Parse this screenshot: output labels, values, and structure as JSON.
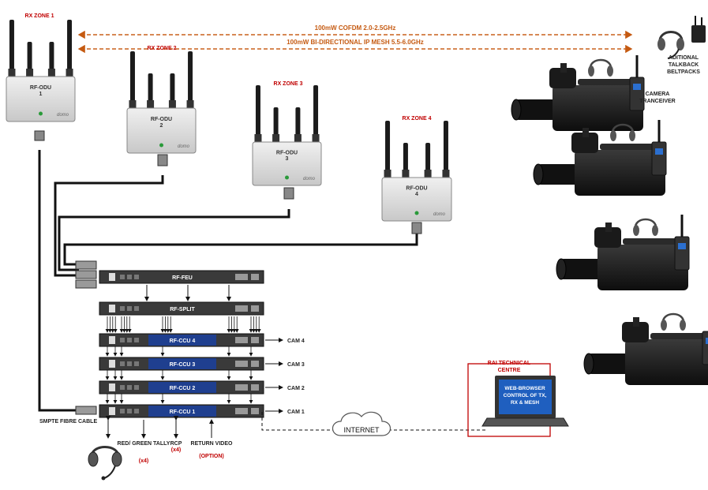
{
  "bands": {
    "cofdm": "100mW COFDM 2.0-2.5GHz",
    "mesh": "100mW BI-DIRECTIONAL IP MESH 5.5-6.0GHz"
  },
  "odus": [
    {
      "zone": "RX ZONE 1",
      "title": "RF-ODU",
      "num": "1",
      "brand": "DOMO"
    },
    {
      "zone": "RX ZONE 2",
      "title": "RF-ODU",
      "num": "2",
      "brand": "DOMO"
    },
    {
      "zone": "RX ZONE 3",
      "title": "RF-ODU",
      "num": "3",
      "brand": "DOMO"
    },
    {
      "zone": "RX ZONE 4",
      "title": "RF-ODU",
      "num": "4",
      "brand": "DOMO"
    }
  ],
  "rack": {
    "feu": "RF-FEU",
    "split": "RF-SPLIT",
    "ccus": [
      {
        "label": "RF-CCU 4",
        "cam": "CAM 4"
      },
      {
        "label": "RF-CCU 3",
        "cam": "CAM 3"
      },
      {
        "label": "RF-CCU 2",
        "cam": "CAM 2"
      },
      {
        "label": "RF-CCU 1",
        "cam": "CAM 1"
      }
    ]
  },
  "fibre_label": "SMPTE FIBRE CABLE",
  "outputs": {
    "tally": "RED/ GREEN TALLY",
    "tally_count": "(x4)",
    "rcp": "RCP",
    "rcp_count": "(x4)",
    "return_video": "RETURN VIDEO",
    "return_option": "(OPTION)"
  },
  "internet": "INTERNET",
  "rai": {
    "title": "RAI TECHNICAL CENTRE",
    "screen": "WEB-BROWSER CONTROL OF TX, RX & MESH"
  },
  "camera_transceiver": "CAMERA TRANCEIVER",
  "talkback": "ADITIONAL TALKBACK BELTPACKS",
  "colors": {
    "band_arrow": "#c55a11",
    "zone_red": "#c00000",
    "ccu_blue": "#1f3f8f",
    "screen_blue": "#1f5fbf",
    "cable": "#111111"
  }
}
